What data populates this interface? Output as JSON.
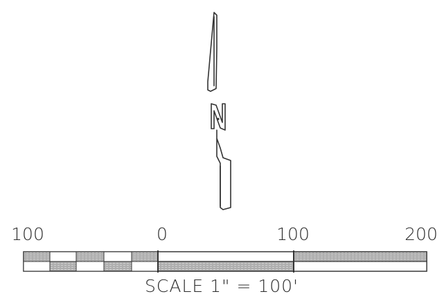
{
  "north_arrow": {
    "icon": "north-arrow-icon",
    "letter": "N"
  },
  "scale_bar": {
    "tick_labels": [
      "100",
      "0",
      "100",
      "200"
    ],
    "caption": "SCALE 1\" = 100'",
    "colors": {
      "ink": "#333333",
      "hatch": "#9a9a9a",
      "paper": "#ffffff"
    }
  }
}
